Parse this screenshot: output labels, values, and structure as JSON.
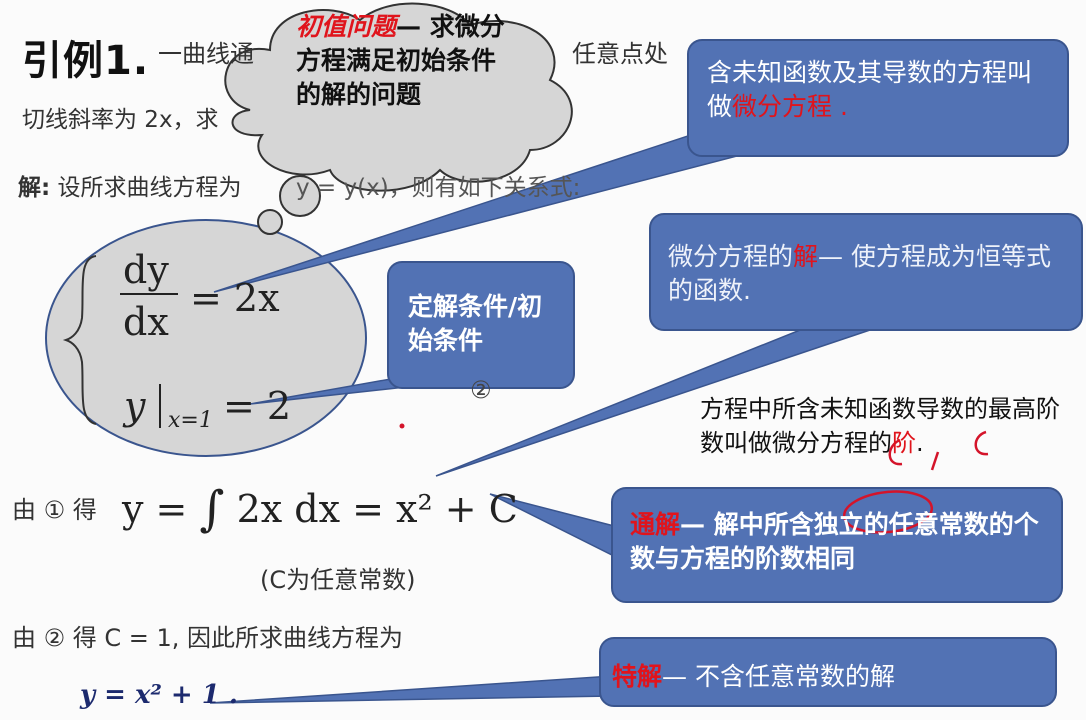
{
  "title": {
    "main": "引例1.",
    "rest": "一曲线通",
    "tail": "任意点处"
  },
  "line2": {
    "a": "切线斜率为 2x，求",
    "b": ""
  },
  "solution": {
    "label": "解:",
    "text": " 设所求曲线方程为",
    "tail": "y = y(x)，则有如下关系式:"
  },
  "system": {
    "dy": "dy",
    "dx": "dx",
    "eq1": "= 2x",
    "y": "y",
    "sub": "x=1",
    "eq2": "= 2",
    "mark2": "②"
  },
  "step1": {
    "label": "由 ① 得",
    "expr_left": "y =",
    "expr_int": "∫",
    "expr_mid": " 2x dx",
    "expr_right": "  = x² + C",
    "note": "(C为任意常数)"
  },
  "step2": {
    "label": "由 ② 得 C = 1,  因此所求曲线方程为"
  },
  "final_eq": "y = x² + 1 .",
  "cloud": {
    "red_part": "初值问题",
    "text": "— 求微分方程满足初始条件的解的问题"
  },
  "callouts": {
    "de_def": {
      "text1": "含未知函数及其导数的方程叫做",
      "red": "微分方程",
      "text2": " ."
    },
    "solution_def": {
      "text1": "微分方程的",
      "red": "解",
      "text2": "— 使方程成为恒等式的函数."
    },
    "conditions": {
      "text": "定解条件/初始条件"
    },
    "general": {
      "red": "通解",
      "text": "— 解中所含独立的任意常数的个数与方程的阶数相同"
    },
    "particular": {
      "red": "特解",
      "text": "— 不含任意常数的解"
    }
  },
  "order_def": {
    "text1": "方程中所含未知函数导数的最高阶数叫做微分方程的",
    "red": "阶",
    "text2": "."
  },
  "colors": {
    "callout_fill": "#5272b4",
    "callout_stroke": "#3a558e",
    "bubble_fill": "#d6d6d6",
    "accent_red": "#e0141c"
  }
}
